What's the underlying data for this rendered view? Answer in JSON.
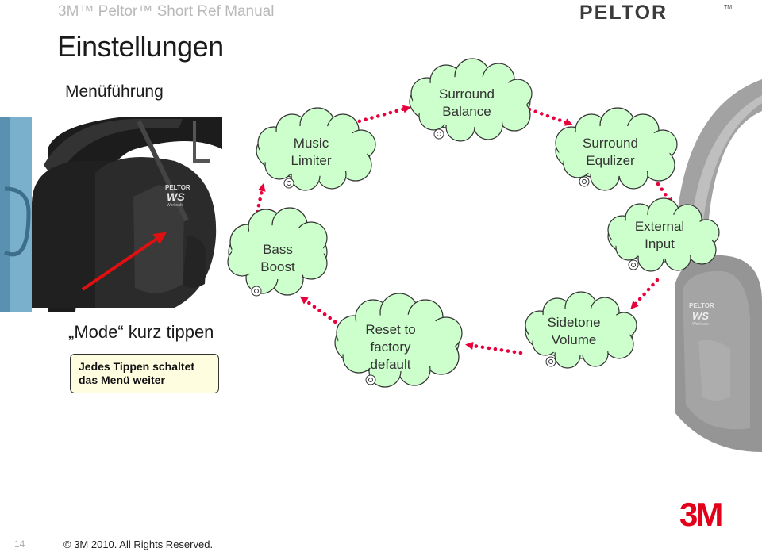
{
  "header": {
    "manual_title": "3M™ Peltor™ Short Ref Manual",
    "brand_logo": "PELTOR",
    "trademark": "TM"
  },
  "page_heading": "Einstellungen",
  "subheading": "Menüführung",
  "mode_instruction": "„Mode“ kurz tippen",
  "hint": {
    "line1": "Jedes Tippen schaltet",
    "line2": "das Menü weiter"
  },
  "headset_badge": {
    "brand": "PELTOR",
    "model": "WS",
    "sub": "Worksafe"
  },
  "menu_items": [
    {
      "id": "bass-boost",
      "line1": "Bass",
      "line2": "Boost",
      "line3": ""
    },
    {
      "id": "music-limiter",
      "line1": "Music",
      "line2": "Limiter",
      "line3": ""
    },
    {
      "id": "surround-balance",
      "line1": "Surround",
      "line2": "Balance",
      "line3": ""
    },
    {
      "id": "surround-equlizer",
      "line1": "Surround",
      "line2": "Equlizer",
      "line3": ""
    },
    {
      "id": "external-input",
      "line1": "External",
      "line2": "Input",
      "line3": ""
    },
    {
      "id": "sidetone-volume",
      "line1": "Sidetone",
      "line2": "Volume",
      "line3": ""
    },
    {
      "id": "reset-factory",
      "line1": "Reset to",
      "line2": "factory",
      "line3": "default"
    }
  ],
  "footer": {
    "page_number": "14",
    "copyright": "© 3M 2010.  All Rights Reserved.",
    "logo": "3M"
  },
  "colors": {
    "cloud_fill": "#ccffcc",
    "cloud_stroke": "#333333",
    "arrow": "#e8003c",
    "pointer": "#e01010",
    "hint_bg": "#fffde0"
  }
}
